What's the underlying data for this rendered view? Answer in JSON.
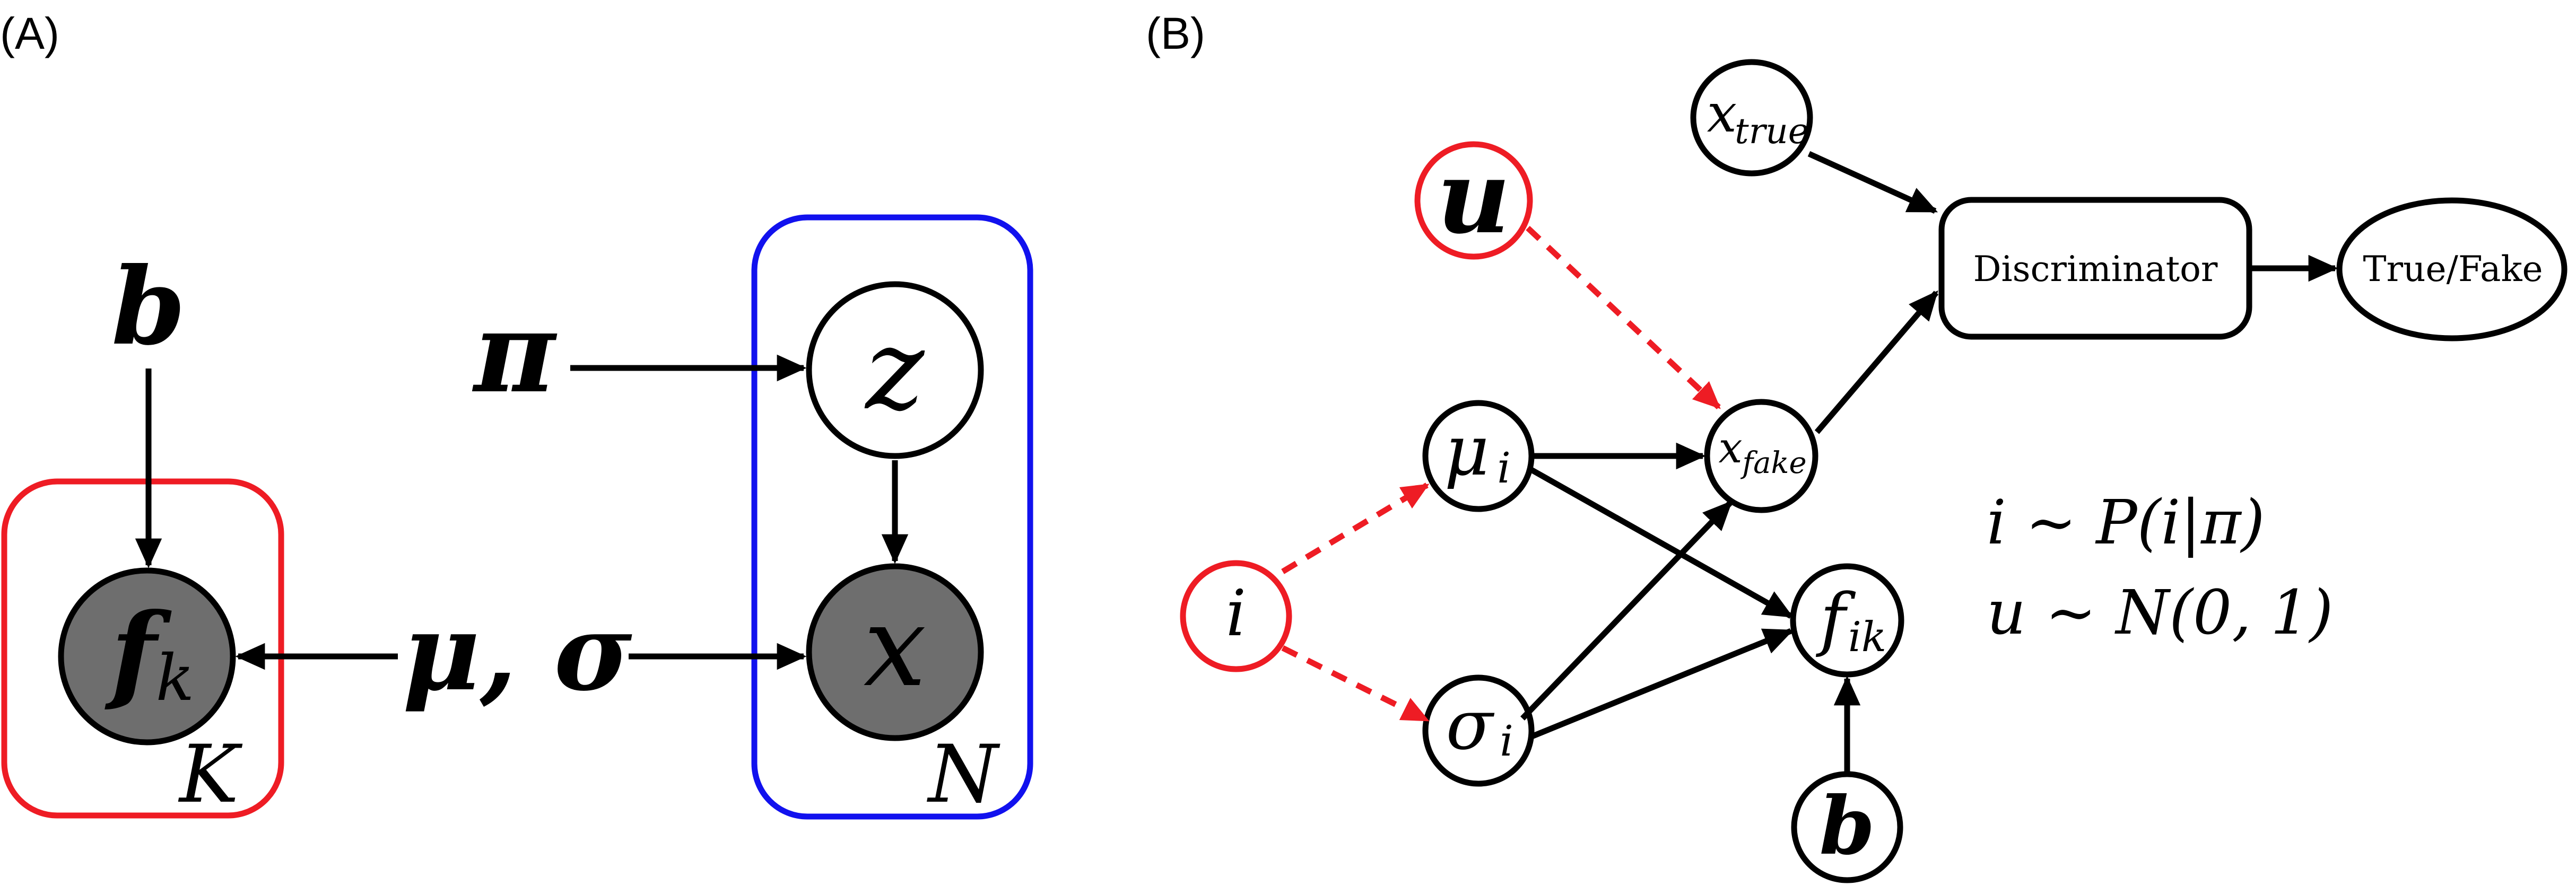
{
  "panels": {
    "a": {
      "label": "(A)"
    },
    "b": {
      "label": "(B)"
    }
  },
  "colors": {
    "red": "#ee1c24",
    "blue": "#1111ee",
    "gray_fill": "#6e6e6e",
    "black": "#000000",
    "white": "#ffffff"
  },
  "graph_a": {
    "nodes": {
      "b": "b",
      "pi": "π",
      "z": "z",
      "x": "x",
      "f_main": "f",
      "f_sub": "k",
      "mu_sigma": "μ, σ"
    },
    "plates": {
      "K": "K",
      "N": "N"
    }
  },
  "graph_b": {
    "nodes": {
      "x_true_main": "x",
      "x_true_sub": "true",
      "u": "u",
      "mu_main": "μ",
      "mu_sub": "i",
      "x_fake_main": "x",
      "x_fake_sub": "fake",
      "i": "i",
      "sigma_main": "σ",
      "sigma_sub": "i",
      "f_main": "f",
      "f_sub": "ik",
      "b": "b",
      "discriminator": "Discriminator",
      "true_fake": "True/Fake"
    },
    "equations": {
      "line1": "i ∼ P(i|π)",
      "line2": "u ∼ N(0, 1)"
    }
  }
}
